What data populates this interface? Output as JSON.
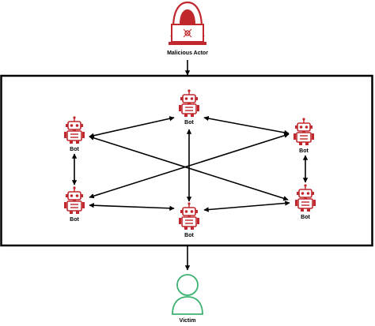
{
  "actor": {
    "label": "Malicious Actor",
    "color": "#c0282d"
  },
  "botnet": {
    "bot_color": "#c0282d",
    "bots": [
      {
        "id": "bot-top-center",
        "label": "Bot"
      },
      {
        "id": "bot-left-upper",
        "label": "Bot"
      },
      {
        "id": "bot-right-upper",
        "label": "Bot"
      },
      {
        "id": "bot-left-lower",
        "label": "Bot"
      },
      {
        "id": "bot-bottom-center",
        "label": "Bot"
      },
      {
        "id": "bot-right-lower",
        "label": "Bot"
      }
    ]
  },
  "victim": {
    "label": "Victim",
    "color": "#3cb371"
  },
  "icons": {
    "actor": "hooded-hacker-laptop-icon",
    "bot": "robot-icon",
    "victim": "person-outline-icon"
  }
}
